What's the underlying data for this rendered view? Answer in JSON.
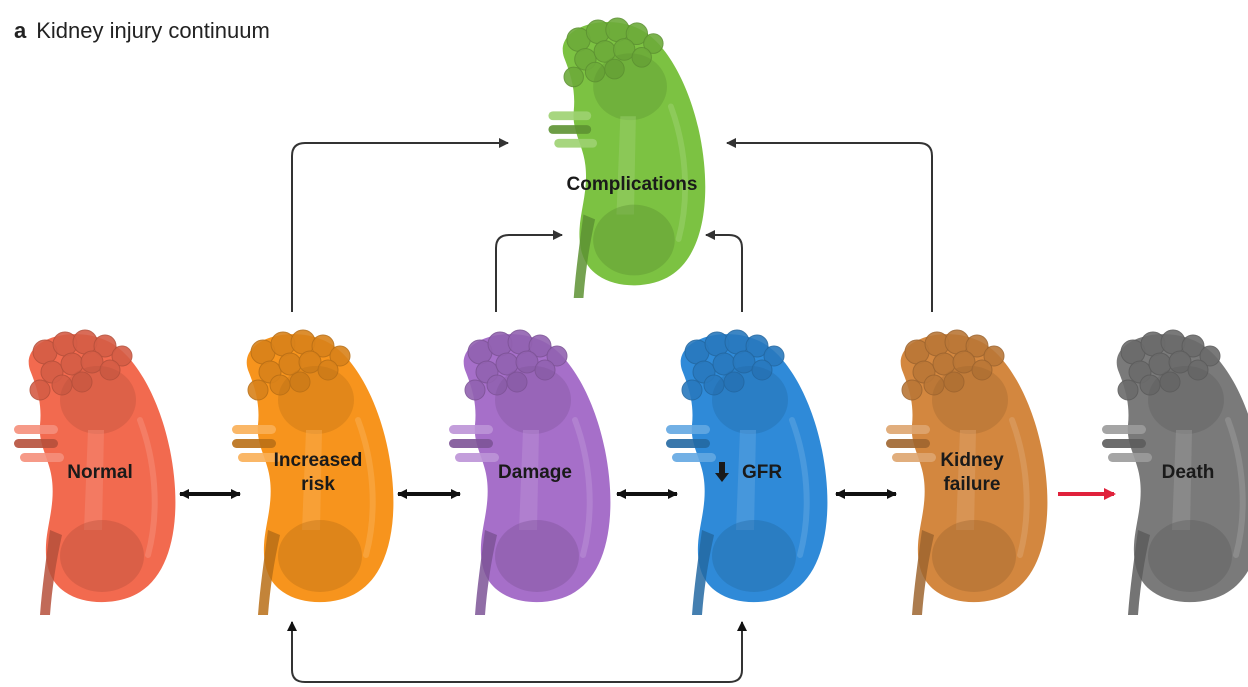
{
  "panel": {
    "letter": "a",
    "title": "Kidney injury continuum"
  },
  "kidneys": [
    {
      "id": "complications",
      "lines": [
        "Complications"
      ],
      "color": "#7cc242"
    },
    {
      "id": "normal",
      "lines": [
        "Normal"
      ],
      "color": "#f26a4f"
    },
    {
      "id": "increased-risk",
      "lines": [
        "Increased",
        "risk"
      ],
      "color": "#f7941d"
    },
    {
      "id": "damage",
      "lines": [
        "Damage"
      ],
      "color": "#a66fc9"
    },
    {
      "id": "gfr",
      "lines": [
        "GFR"
      ],
      "prefix_icon": "down-arrow-icon",
      "color": "#2f8ad8"
    },
    {
      "id": "kidney-failure",
      "lines": [
        "Kidney",
        "failure"
      ],
      "color": "#d3873f"
    },
    {
      "id": "death",
      "lines": [
        "Death"
      ],
      "color": "#7a7a7a"
    }
  ],
  "colors": {
    "connector": "#333333",
    "double_arrow": "#111111",
    "death_arrow": "#e0213b"
  }
}
